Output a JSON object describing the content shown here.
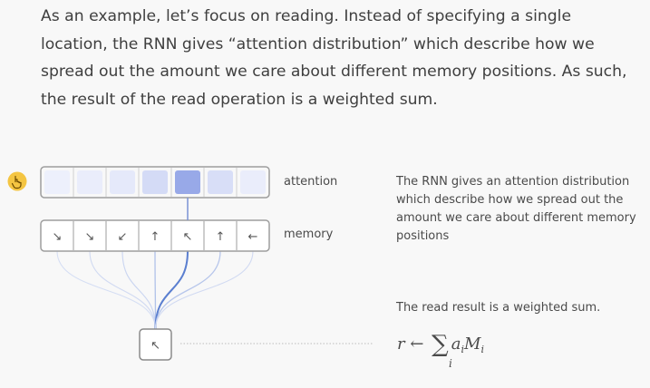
{
  "intro_text": "As an example, let’s focus on reading. Instead of specifying a single location, the RNN gives “attention distribution” which describe how we spread out the amount we care about different memory positions. As such, the result of the read operation is a weighted sum.",
  "labels": {
    "attention": "attention",
    "memory": "memory"
  },
  "side": {
    "attention_description": "The RNN gives an attention distribution which describe how we spread out the amount we care about different memory positions",
    "read_result": "The read result is a weighted sum."
  },
  "attention_weights": [
    0.05,
    0.08,
    0.12,
    0.28,
    0.85,
    0.25,
    0.08
  ],
  "memory_arrows": [
    "↘",
    "↘",
    "↙",
    "↑",
    "↖",
    "↑",
    "←"
  ],
  "read_arrow": "↖",
  "formula": {
    "lhs": "r",
    "arrow": "←",
    "sum": "∑",
    "term": "a",
    "term_sub": "i",
    "var": "M",
    "var_sub": "i",
    "index": "i"
  },
  "colors": {
    "attention_strong": "#98a9e8",
    "attention_weak": "#f2f4fd",
    "cursor": "#f4c542"
  },
  "icons": {
    "cursor": "hand-pointer-icon"
  }
}
